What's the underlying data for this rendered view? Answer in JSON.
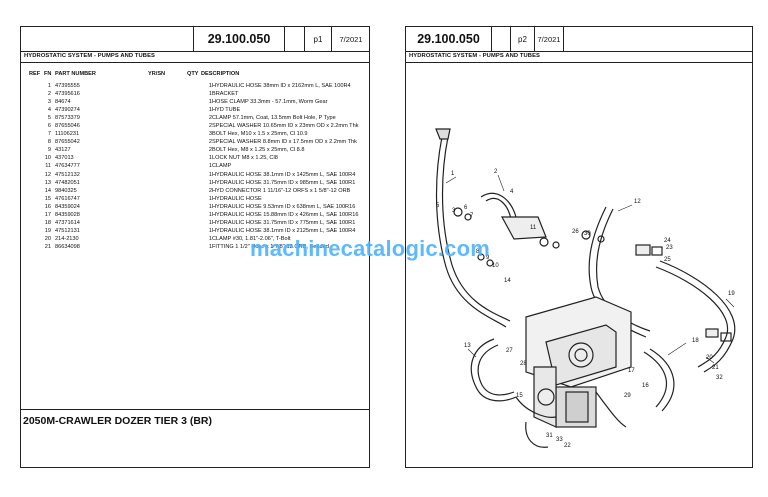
{
  "left_page": {
    "part_number": "29.100.050",
    "page": "p1",
    "date": "7/2021",
    "section_title": "HYDROSTATIC SYSTEM - PUMPS AND TUBES",
    "columns": {
      "ref": "REF",
      "fn": "FN",
      "part_number": "PART NUMBER",
      "yrsn": "YR/SN",
      "qty": "QTY",
      "description": "DESCRIPTION"
    },
    "rows": [
      {
        "ref": "1",
        "part": "47395555",
        "qty": "1",
        "desc": "HYDRAULIC HOSE 38mm ID x 2162mm L, SAE 100R4"
      },
      {
        "ref": "2",
        "part": "47395616",
        "qty": "1",
        "desc": "BRACKET"
      },
      {
        "ref": "3",
        "part": "84674",
        "qty": "1",
        "desc": "HOSE CLAMP 33.3mm - 57.1mm, Worm Gear"
      },
      {
        "ref": "4",
        "part": "47390274",
        "qty": "1",
        "desc": "HYD TUBE"
      },
      {
        "ref": "5",
        "part": "87573379",
        "qty": "2",
        "desc": "CLAMP 57.1mm, Coat, 13.5mm Bolt Hole, P Type"
      },
      {
        "ref": "6",
        "part": "87655046",
        "qty": "2",
        "desc": "SPECIAL WASHER 10.65mm ID x 23mm OD x 2.2mm Thk"
      },
      {
        "ref": "7",
        "part": "11106231",
        "qty": "3",
        "desc": "BOLT Hex, M10 x 1.5 x 25mm, Cl 10.9"
      },
      {
        "ref": "8",
        "part": "87655042",
        "qty": "2",
        "desc": "SPECIAL WASHER 8.8mm ID x 17.5mm OD x 2.2mm Thk"
      },
      {
        "ref": "9",
        "part": "43127",
        "qty": "2",
        "desc": "BOLT Hex, M8 x 1.25 x 25mm, Cl 8.8"
      },
      {
        "ref": "10",
        "part": "437013",
        "qty": "1",
        "desc": "LOCK NUT M8 x 1.25, Cl8"
      },
      {
        "ref": "11",
        "part": "47634777",
        "qty": "1",
        "desc": "CLAMP"
      },
      {
        "ref": "12",
        "part": "47512132",
        "qty": "1",
        "desc": "HYDRAULIC HOSE 38.1mm ID x 1425mm L, SAE 100R4"
      },
      {
        "ref": "13",
        "part": "47482051",
        "qty": "1",
        "desc": "HYDRAULIC HOSE 31.75mm ID x 985mm L, SAE 100R1"
      },
      {
        "ref": "14",
        "part": "9840325",
        "qty": "2",
        "desc": "HYD CONNECTOR 1 11/16\"-12 ORFS x 1 5/8\"-12 ORB"
      },
      {
        "ref": "15",
        "part": "47616747",
        "qty": "1",
        "desc": "HYDRAULIC HOSE"
      },
      {
        "ref": "16",
        "part": "84359024",
        "qty": "1",
        "desc": "HYDRAULIC HOSE 9.53mm ID x 638mm L, SAE 100R16"
      },
      {
        "ref": "17",
        "part": "84359028",
        "qty": "1",
        "desc": "HYDRAULIC HOSE 15.88mm ID x 426mm L, SAE 100R16"
      },
      {
        "ref": "18",
        "part": "47371614",
        "qty": "1",
        "desc": "HYDRAULIC HOSE 31.75mm ID x 775mm L, SAE 100R1"
      },
      {
        "ref": "19",
        "part": "47512131",
        "qty": "1",
        "desc": "HYDRAULIC HOSE 38.1mm ID x 2125mm L, SAE 100R4"
      },
      {
        "ref": "20",
        "part": "214-2130",
        "qty": "1",
        "desc": "CLAMP #30, 1.81\"-2.06\", T-Bolt"
      },
      {
        "ref": "21",
        "part": "86634098",
        "qty": "1",
        "desc": "FITTING 1 1/2\" Hose x 1 7/8\"-12 ORB, Beaded"
      }
    ],
    "model": "2050M-CRAWLER DOZER TIER 3 (BR)"
  },
  "right_page": {
    "part_number": "29.100.050",
    "page": "p2",
    "date": "7/2021",
    "section_title": "HYDROSTATIC SYSTEM - PUMPS AND TUBES",
    "watermark": "machinecatalogic.com",
    "callouts": [
      "1",
      "2",
      "3",
      "4",
      "5",
      "6",
      "7",
      "8",
      "9",
      "10",
      "11",
      "12",
      "13",
      "14",
      "15",
      "16",
      "17",
      "18",
      "19",
      "20",
      "21",
      "22",
      "23",
      "24",
      "25",
      "26",
      "27",
      "28",
      "29",
      "30",
      "31",
      "32",
      "33"
    ]
  }
}
